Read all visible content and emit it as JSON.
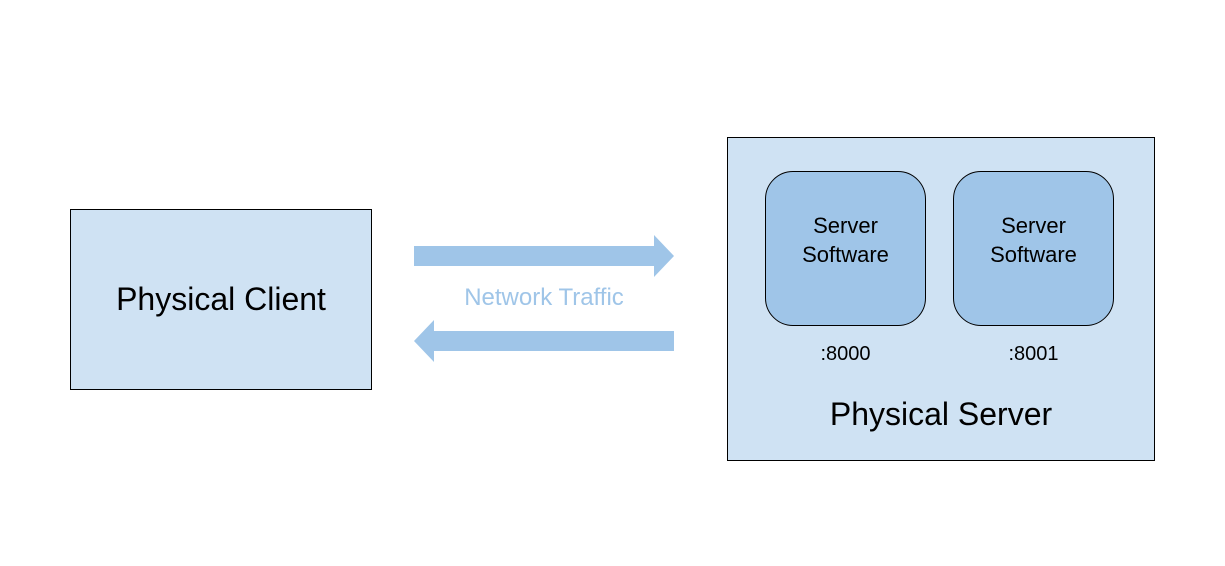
{
  "colors": {
    "box_fill": "#cfe2f3",
    "software_fill": "#9fc5e8",
    "arrow_color": "#9fc5e8",
    "border": "#000000"
  },
  "client": {
    "label": "Physical Client"
  },
  "network": {
    "label": "Network Traffic"
  },
  "server": {
    "label": "Physical Server",
    "software": [
      {
        "label": "Server\nSoftware",
        "port": ":8000"
      },
      {
        "label": "Server\nSoftware",
        "port": ":8001"
      }
    ]
  }
}
